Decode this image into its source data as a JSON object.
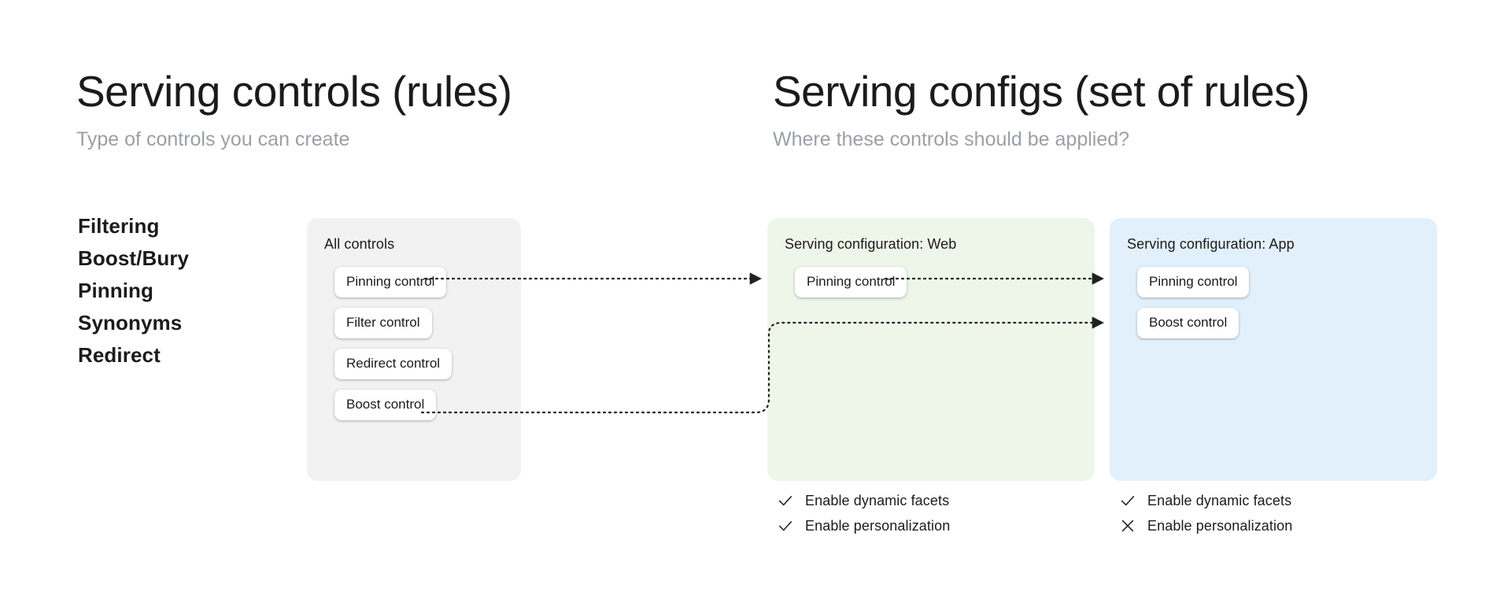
{
  "columns": {
    "left": {
      "title": "Serving controls (rules)",
      "subtitle": "Type of controls you can create"
    },
    "right": {
      "title": "Serving configs (set of rules)",
      "subtitle": "Where these controls should be applied?"
    }
  },
  "control_types": [
    {
      "label": "Filtering"
    },
    {
      "label": "Boost/Bury"
    },
    {
      "label": "Pinning"
    },
    {
      "label": "Synonyms"
    },
    {
      "label": "Redirect"
    }
  ],
  "panels": {
    "all_controls": {
      "title": "All controls",
      "background": "#f2f2f2",
      "chips": [
        {
          "label": "Pinning control"
        },
        {
          "label": "Filter control"
        },
        {
          "label": "Redirect control"
        },
        {
          "label": "Boost control"
        }
      ]
    },
    "serving_config_web": {
      "title": "Serving configuration: Web",
      "background": "#eef5e9",
      "chips": [
        {
          "label": "Pinning control"
        }
      ],
      "options": [
        {
          "label": "Enable dynamic facets",
          "state": "check"
        },
        {
          "label": "Enable personalization",
          "state": "check"
        }
      ]
    },
    "serving_config_app": {
      "title": "Serving configuration: App",
      "background": "#e2f0fb",
      "chips": [
        {
          "label": "Pinning control"
        },
        {
          "label": "Boost control"
        }
      ],
      "options": [
        {
          "label": "Enable dynamic facets",
          "state": "check"
        },
        {
          "label": "Enable personalization",
          "state": "cross"
        }
      ]
    }
  },
  "colors": {
    "heading": "#1b1b1b",
    "subtitle": "#9aa0a6",
    "connector": "#202124",
    "chip_background": "#ffffff",
    "page_background": "#ffffff"
  }
}
